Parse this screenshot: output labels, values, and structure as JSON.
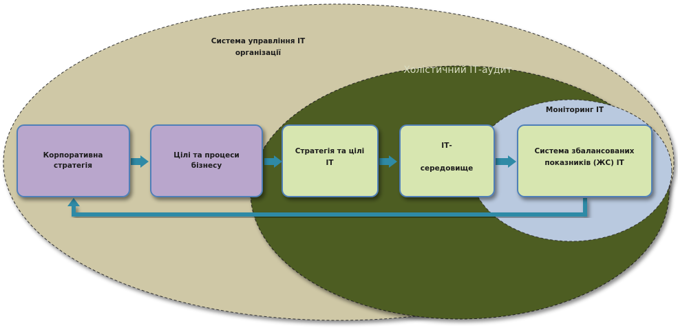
{
  "regions": {
    "outer": {
      "label_lines": [
        "Система управління ІТ",
        "організації"
      ],
      "color": "#cfc8a6"
    },
    "holistic": {
      "label": "Холістичний ІТ-аудит",
      "color": "#4e5d22"
    },
    "monitoring": {
      "label": "Моніторинг ІТ",
      "color": "#b9c9df"
    }
  },
  "nodes": [
    {
      "id": "corporate-strategy",
      "lines": [
        "Корпоративна",
        "стратегія"
      ],
      "fill": "#b9a6cc",
      "stroke": "#4f7fb8"
    },
    {
      "id": "business-goals",
      "lines": [
        "Цілі та процеси",
        "бізнесу"
      ],
      "fill": "#b9a6cc",
      "stroke": "#4f7fb8"
    },
    {
      "id": "it-strategy",
      "lines": [
        "Стратегія та цілі",
        "ІТ"
      ],
      "fill": "#d7e6b0",
      "stroke": "#4f7fb8"
    },
    {
      "id": "it-environment",
      "lines": [
        "ІТ-",
        "середовище"
      ],
      "fill": "#d7e6b0",
      "stroke": "#4f7fb8"
    },
    {
      "id": "bsc",
      "lines": [
        "Система збалансованих",
        "показників (ЖС) ІТ"
      ],
      "fill": "#d7e6b0",
      "stroke": "#4f7fb8"
    }
  ],
  "colors": {
    "arrow": "#2f8aa6"
  }
}
